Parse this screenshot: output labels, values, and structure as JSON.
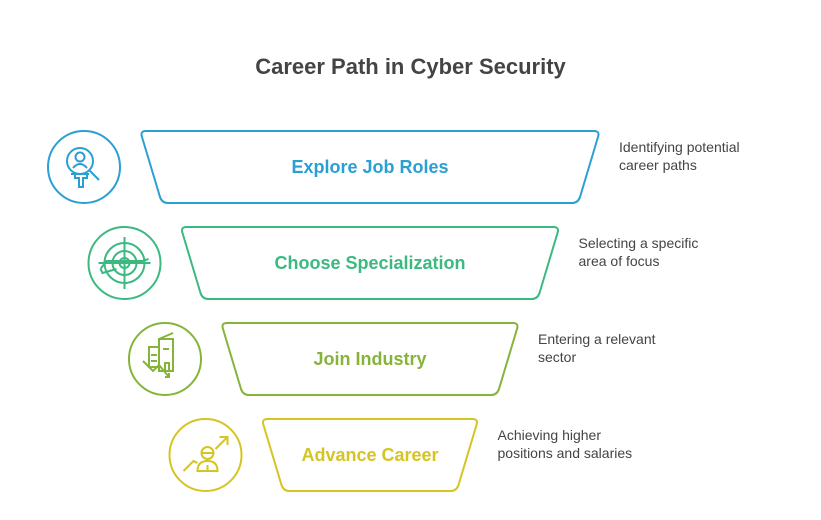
{
  "title": "Career Path in Cyber Security",
  "steps": [
    {
      "label": "Explore Job Roles",
      "desc": "Identifying potential career paths",
      "icon": "person-search-icon",
      "color": "#2a9fd3"
    },
    {
      "label": "Choose Specialization",
      "desc": "Selecting a specific area of focus",
      "icon": "target-icon",
      "color": "#3bb981"
    },
    {
      "label": "Join Industry",
      "desc": "Entering a relevant sector",
      "icon": "building-icon",
      "color": "#86b43a"
    },
    {
      "label": "Advance Career",
      "desc": "Achieving higher positions and salaries",
      "icon": "person-growth-icon",
      "color": "#d6c422"
    }
  ]
}
